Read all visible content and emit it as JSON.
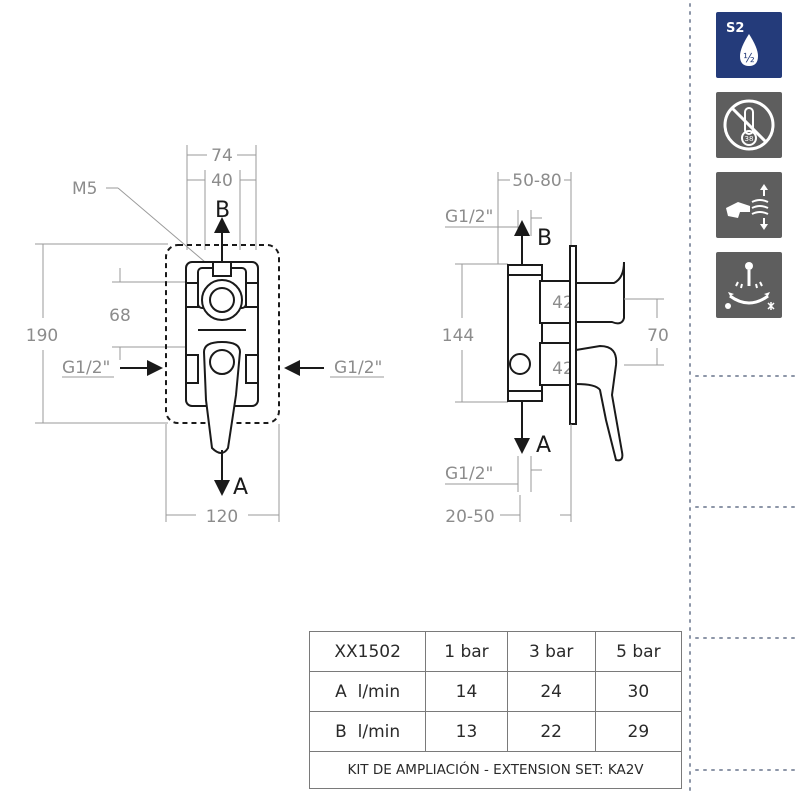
{
  "badges": {
    "s2_label": "S2",
    "half_label": "½",
    "temp_label": "38"
  },
  "front_view": {
    "dim_width_outer": "74",
    "dim_width_inner": "40",
    "dim_screw": "M5",
    "dim_height_total": "190",
    "dim_height_axis": "68",
    "dim_base_width": "120",
    "thread_left": "G1/2\"",
    "thread_right": "G1/2\"",
    "outlet_top": "B",
    "outlet_bottom": "A"
  },
  "side_view": {
    "dim_depth_range": "50-80",
    "thread_top": "G1/2\"",
    "thread_bottom": "G1/2\"",
    "outlet_top": "B",
    "outlet_bottom": "A",
    "dim_body_height": "144",
    "dim_cartridge_1": "42",
    "dim_cartridge_2": "42",
    "dim_handle_spacing": "70",
    "dim_wall_range": "20-50"
  },
  "flow_table": {
    "model": "XX1502",
    "pressures": [
      "1 bar",
      "3 bar",
      "5 bar"
    ],
    "rows": [
      {
        "label": "A  l/min",
        "values": [
          "14",
          "24",
          "30"
        ]
      },
      {
        "label": "B  l/min",
        "values": [
          "13",
          "22",
          "29"
        ]
      }
    ],
    "footer": "KIT DE AMPLIACIÓN - EXTENSION SET: KA2V"
  }
}
